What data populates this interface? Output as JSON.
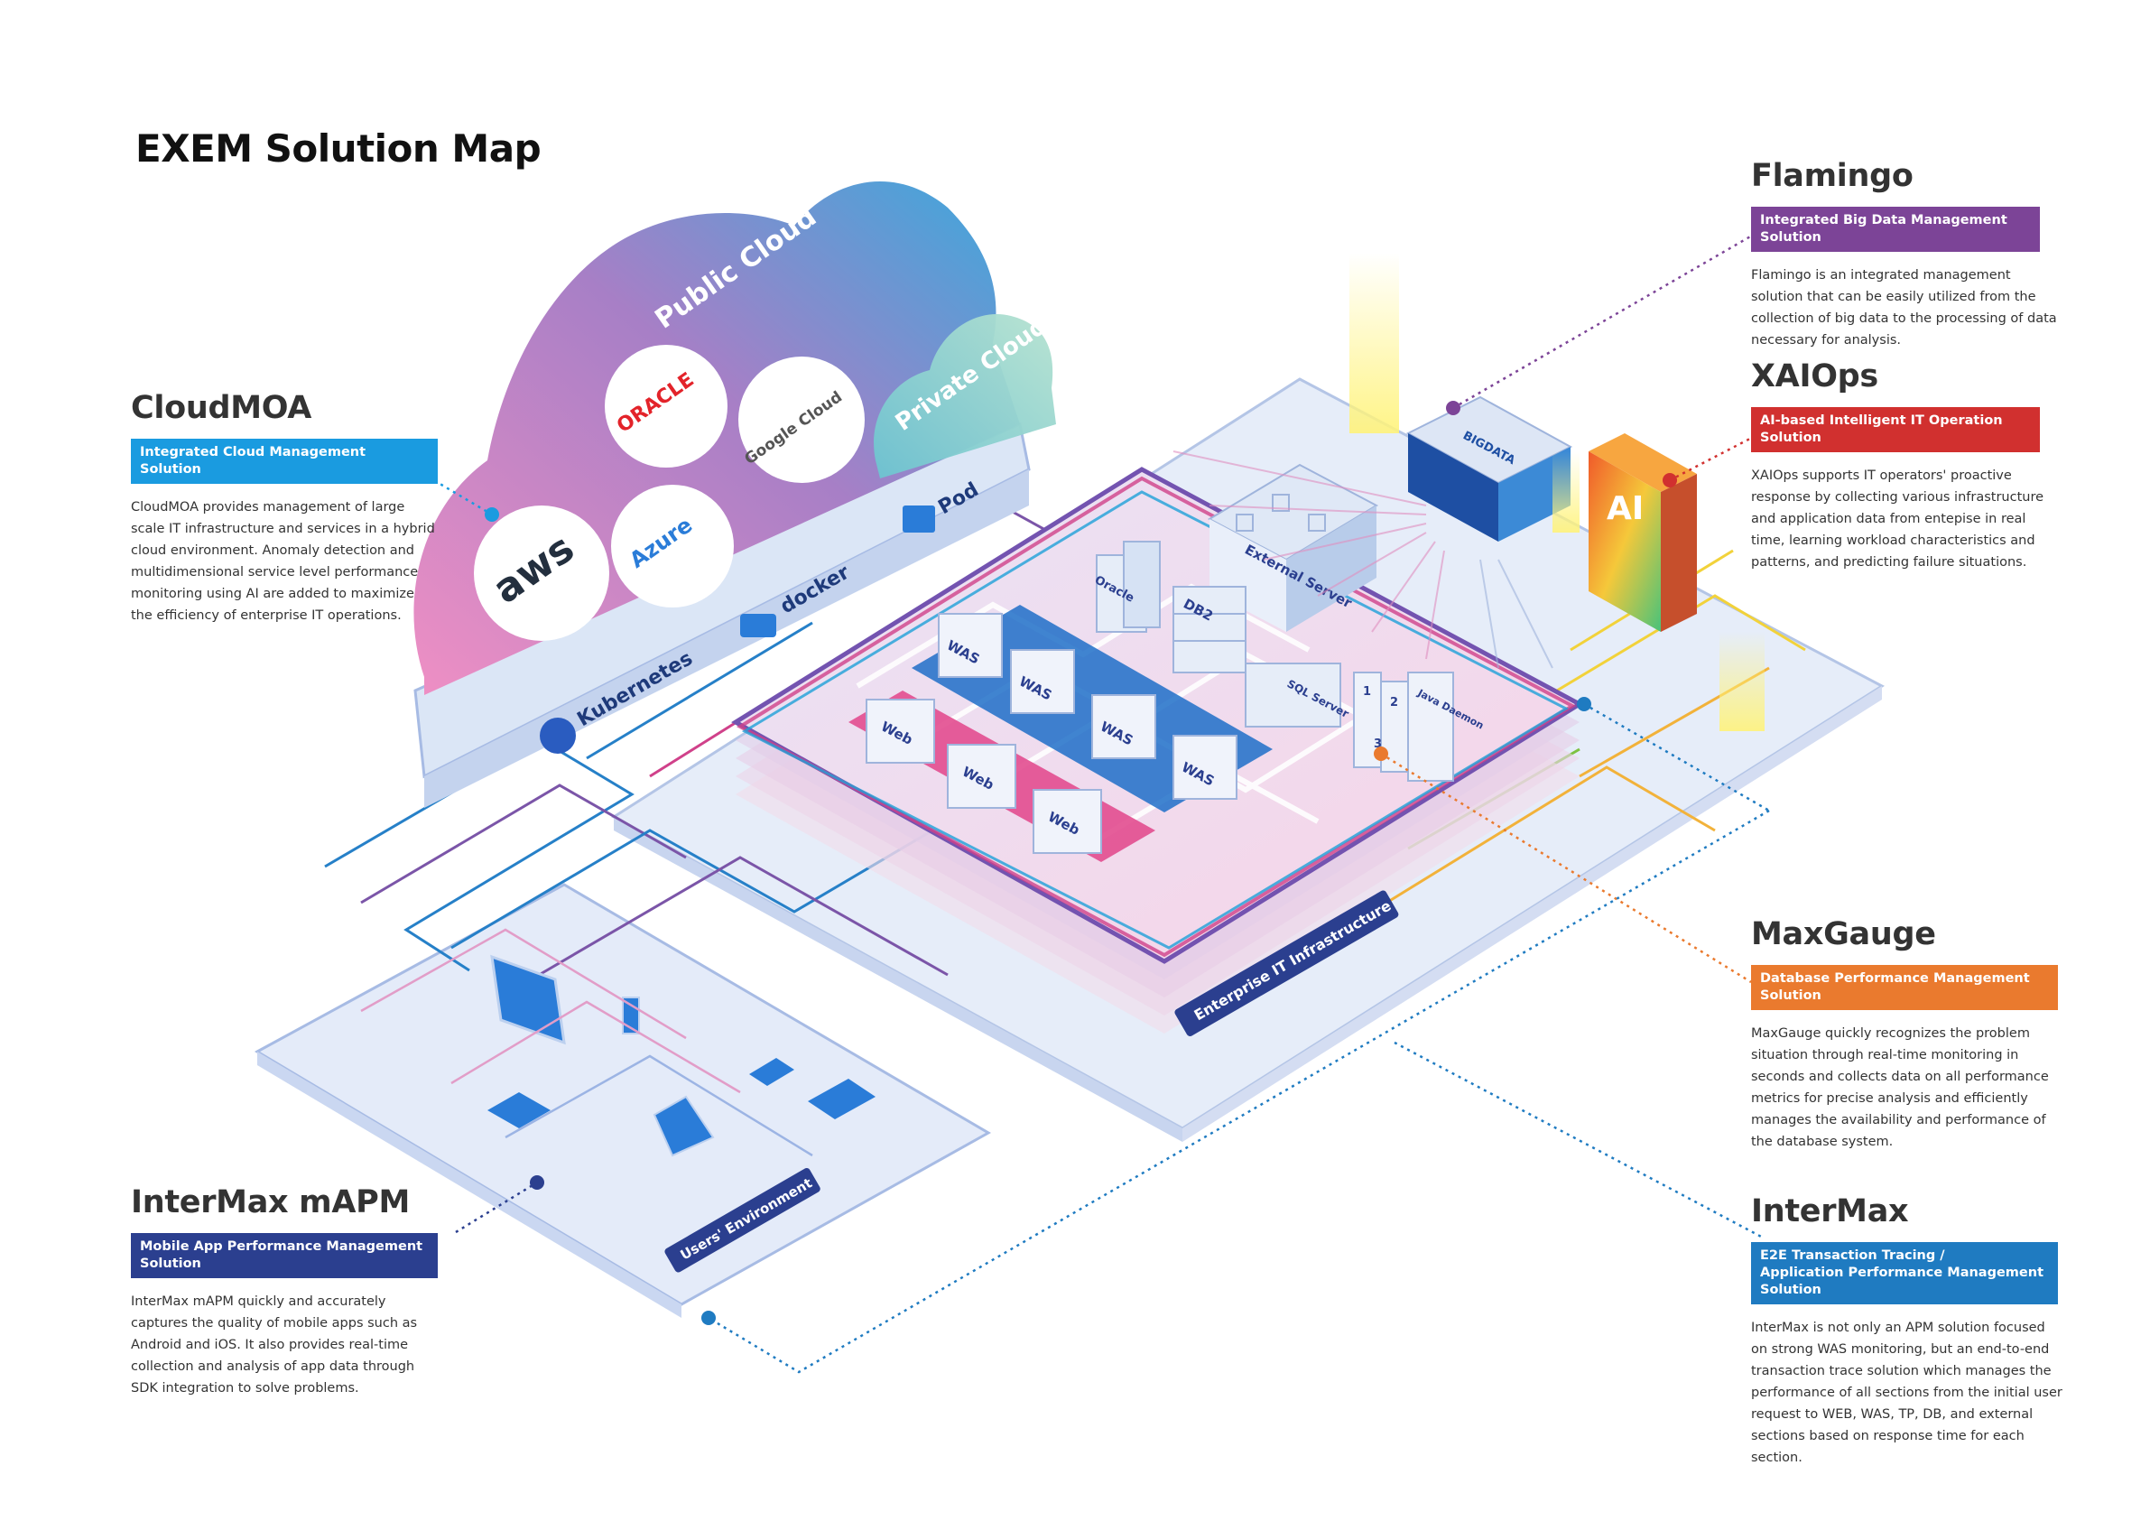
{
  "title": "EXEM Solution Map",
  "panels": {
    "cloudmoa": {
      "name": "CloudMOA",
      "tag": "Integrated Cloud Management Solution",
      "desc": "CloudMOA provides management of large scale IT infrastructure and services in a hybrid cloud environment. Anomaly detection and multidimensional service level performance monitoring using AI are added to maximize the efficiency of enterprise IT operations.",
      "color": "#1a9be0"
    },
    "intermax_mapm": {
      "name": "InterMax mAPM",
      "tag": "Mobile App Performance Management Solution",
      "desc": "InterMax mAPM quickly and accurately captures the quality of mobile apps such as Android and iOS. It also provides real-time collection and analysis of app data through SDK integration to solve problems.",
      "color": "#2b3f8f"
    },
    "flamingo": {
      "name": "Flamingo",
      "tag": "Integrated Big Data Management Solution",
      "desc": "Flamingo is an integrated management solution that can be easily utilized from the collection of big data to the processing of data necessary for analysis.",
      "color": "#7c4497"
    },
    "xaiops": {
      "name": "XAIOps",
      "tag": "AI-based Intelligent IT Operation Solution",
      "desc": "XAIOps supports IT operators' proactive response by collecting various infrastructure and application data from entepise in real time, learning workload characteristics and patterns, and predicting failure situations.",
      "color": "#d1302f"
    },
    "maxgauge": {
      "name": "MaxGauge",
      "tag": "Database Performance Management Solution",
      "desc": "MaxGauge quickly recognizes the problem situation through real-time monitoring in seconds and collects data on all performance metrics for precise analysis and efficiently manages the availability and performance of the database system.",
      "color": "#ea7a2e"
    },
    "intermax": {
      "name": "InterMax",
      "tag_line1": "E2E Transaction Tracing /",
      "tag_line2": "Application Performance Management Solution",
      "desc": "InterMax is not only an APM solution focused on strong WAS monitoring, but an end-to-end transaction trace solution which manages the performance of all sections from the initial user request to WEB, WAS, TP, DB, and external sections based on response time for each section.",
      "color": "#1f7bc1"
    }
  },
  "diagram": {
    "public_cloud": "Public Cloud",
    "private_cloud": "Private Cloud",
    "providers": {
      "aws": "aws",
      "oracle": "ORACLE",
      "google": "Google Cloud",
      "azure": "Azure"
    },
    "platforms": {
      "kubernetes": "Kubernetes",
      "docker": "docker",
      "pod": "Pod"
    },
    "enterprise_label": "Enterprise IT Infrastructure",
    "users_label": "Users' Environment",
    "external_server": "External Server",
    "bigdata": "BIGDATA",
    "ai": "AI",
    "db_oracle": "Oracle",
    "db_db2": "DB2",
    "sql_server": "SQL Server",
    "java_daemon": "Java Daemon",
    "daemon_nums": [
      "1",
      "2",
      "3"
    ],
    "was": [
      "WAS",
      "WAS",
      "WAS",
      "WAS"
    ],
    "web": [
      "Web",
      "Web",
      "Web"
    ]
  }
}
